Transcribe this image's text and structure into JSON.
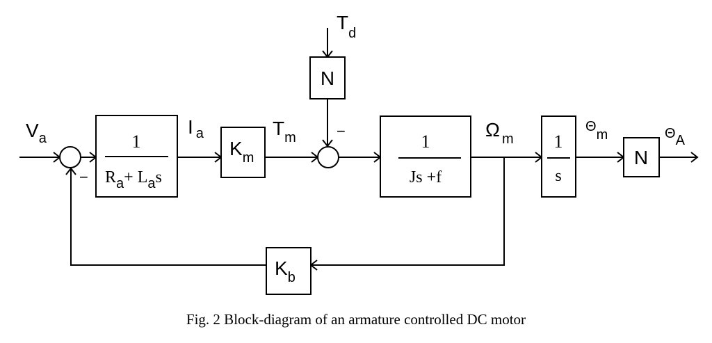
{
  "caption": "Fig. 2 Block-diagram of an armature controlled DC motor",
  "signals": {
    "va": {
      "main": "V",
      "sub": "a"
    },
    "ia": {
      "main": "I",
      "sub": "a"
    },
    "tm": {
      "main": "T",
      "sub": "m"
    },
    "td": {
      "main": "T",
      "sub": "d"
    },
    "omega_m": {
      "main": "Ω",
      "sub": "m"
    },
    "theta_m": {
      "main": "Θ",
      "sub": "m"
    },
    "theta_a": {
      "main": "Θ",
      "sub": "A"
    }
  },
  "blocks": {
    "armature": {
      "numerator": "1",
      "den_r": "R",
      "den_r_sub": "a",
      "den_plus": "+ ",
      "den_l": "L",
      "den_l_sub": "a",
      "den_s": "s"
    },
    "km": {
      "main": "K",
      "sub": "m"
    },
    "n_disturbance": {
      "label": "N"
    },
    "mechanical": {
      "numerator": "1",
      "denominator": "Js +f"
    },
    "integrator": {
      "numerator": "1",
      "denominator": "s"
    },
    "n_output": {
      "label": "N"
    },
    "kb": {
      "main": "K",
      "sub": "b"
    }
  },
  "summing_signs": {
    "feedback": "−",
    "disturbance": "−"
  }
}
